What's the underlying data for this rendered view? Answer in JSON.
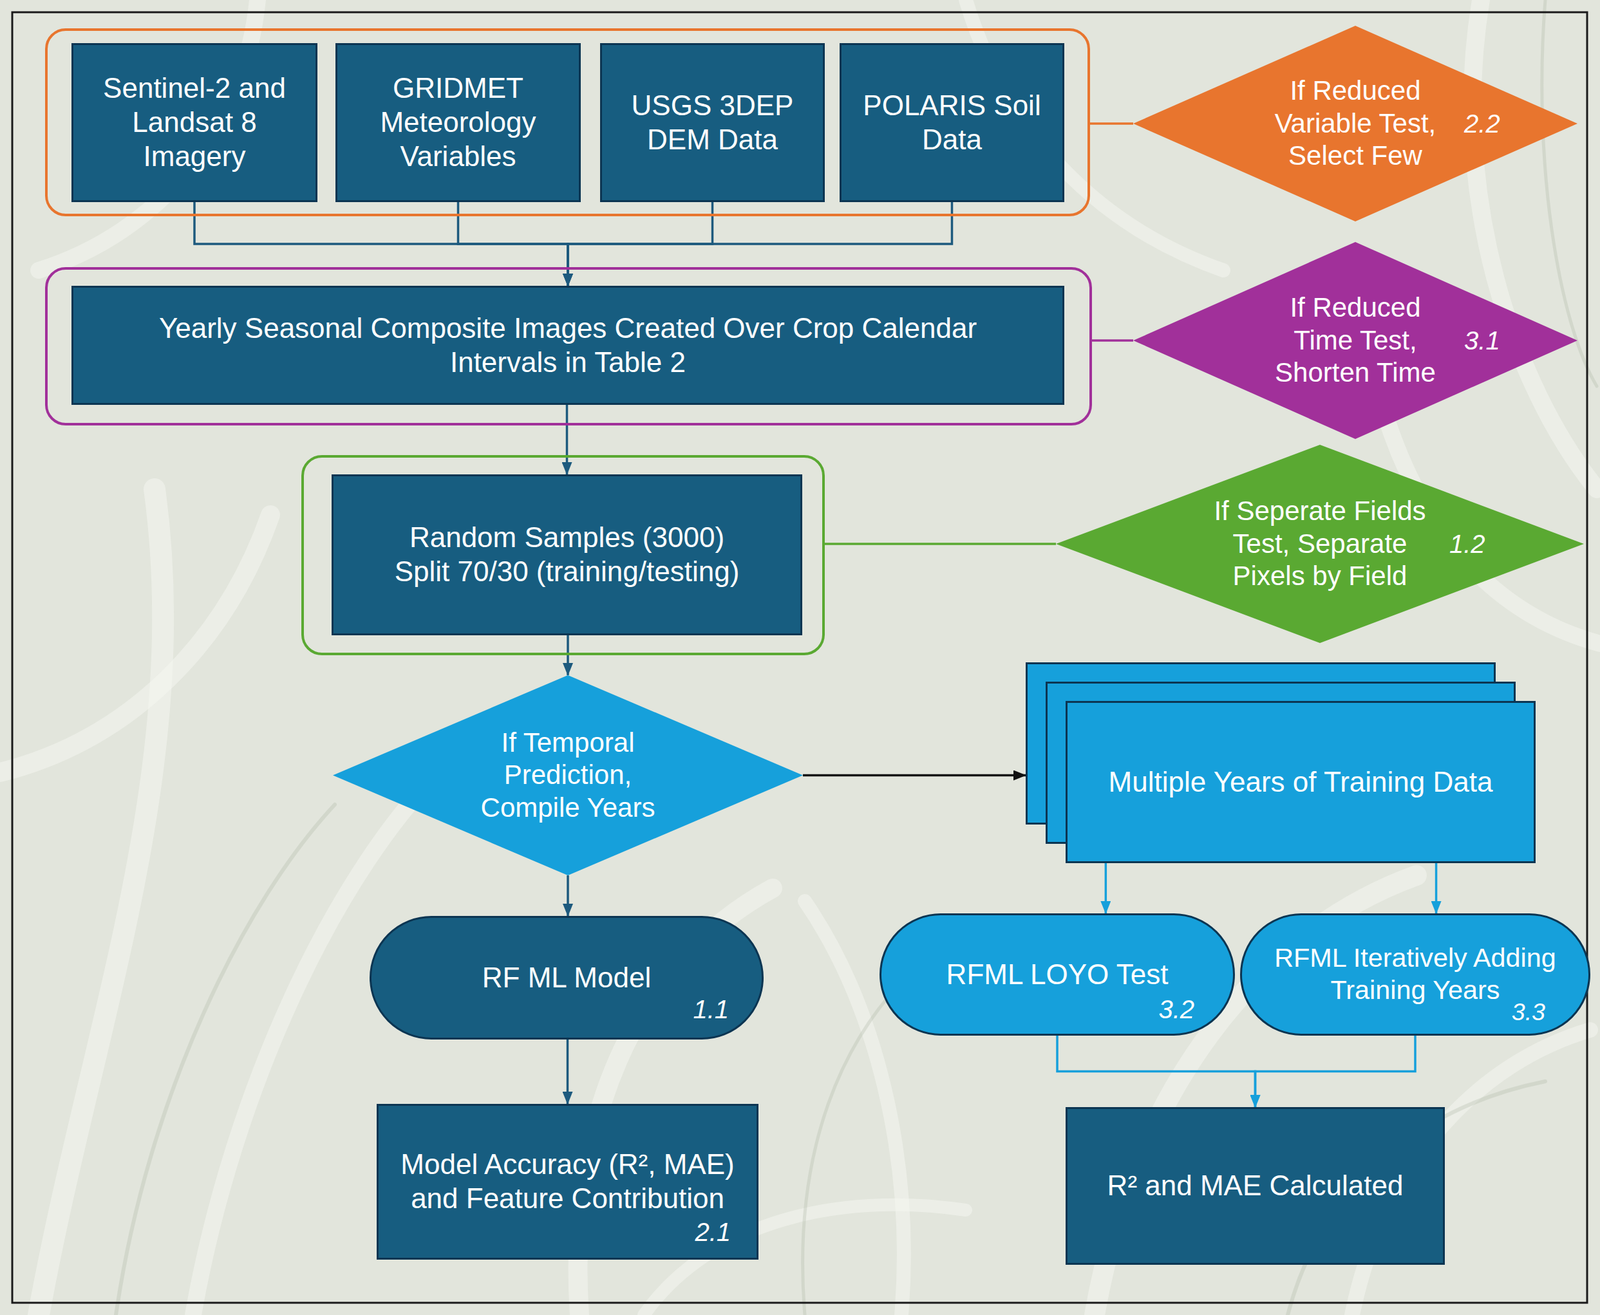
{
  "diagram": {
    "nodes": [
      {
        "text": []
      },
      {
        "text": [
          "Sentinel-2 and Landsat 8 Imagery"
        ],
        "in": 0
      },
      {
        "text": [
          "GRIDMET Meteorology Variables"
        ],
        "in": 0
      },
      {
        "text": [
          "USGS 3DEP DEM Data"
        ],
        "in": 0
      },
      {
        "text": [
          "POLARIS Soil Data"
        ],
        "in": 0
      },
      {
        "text": [
          "If Reduced Variable Test, Select Few",
          "2.2"
        ]
      },
      {
        "text": []
      },
      {
        "text": [
          "Yearly Seasonal Composite Images Created Over Crop Calendar Intervals in Table 2"
        ],
        "in": 6
      },
      {
        "text": [
          "If Reduced Time Test, Shorten Time",
          "3.1"
        ]
      },
      {
        "text": []
      },
      {
        "text": [
          "Random Samples (3000) Split 70/30 (training/testing)"
        ],
        "in": 9
      },
      {
        "text": [
          "If Seperate Fields Test, Separate Pixels by Field",
          "1.2"
        ]
      },
      {
        "text": [
          "If Temporal Prediction, Compile Years"
        ]
      },
      {
        "text": [
          "Multiple Years of Training Data"
        ]
      },
      {
        "text": [
          "RF ML Model",
          "1.1"
        ]
      },
      {
        "text": [
          "RFML LOYO Test",
          "3.2"
        ]
      },
      {
        "text": [
          "RFML Iteratively Adding Training Years",
          "3.3"
        ]
      },
      {
        "text": [
          "Model Accuracy (R², MAE) and Feature Contribution",
          "2.1"
        ]
      },
      {
        "text": [
          "R² and MAE Calculated"
        ]
      }
    ],
    "edges": [
      {
        "from": 1,
        "to": 7,
        "arrow": "to"
      },
      {
        "from": 2,
        "to": 7,
        "arrow": "to"
      },
      {
        "from": 3,
        "to": 7,
        "arrow": "to"
      },
      {
        "from": 4,
        "to": 7,
        "arrow": "to"
      },
      {
        "from": 0,
        "to": 5,
        "arrow": "none"
      },
      {
        "from": 6,
        "to": 8,
        "arrow": "none"
      },
      {
        "from": 7,
        "to": 10,
        "arrow": "to"
      },
      {
        "from": 9,
        "to": 11,
        "arrow": "none"
      },
      {
        "from": 10,
        "to": 12,
        "arrow": "to"
      },
      {
        "from": 12,
        "to": 13,
        "arrow": "to"
      },
      {
        "from": 12,
        "to": 14,
        "arrow": "to"
      },
      {
        "from": 13,
        "to": 15,
        "arrow": "to"
      },
      {
        "from": 13,
        "to": 16,
        "arrow": "to"
      },
      {
        "from": 14,
        "to": 17,
        "arrow": "to"
      },
      {
        "from": 15,
        "to": 18,
        "arrow": "to"
      },
      {
        "from": 16,
        "to": 18,
        "arrow": "to"
      }
    ]
  }
}
